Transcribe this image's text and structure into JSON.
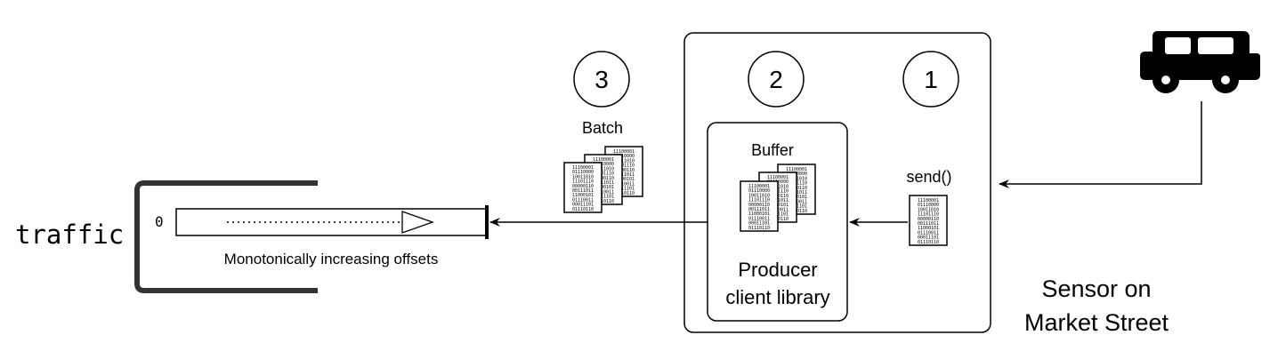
{
  "topic": {
    "name": "traffic",
    "first_offset": "0",
    "log_caption": "Monotonically increasing offsets"
  },
  "steps": [
    {
      "number": "1"
    },
    {
      "number": "2"
    },
    {
      "number": "3"
    }
  ],
  "labels": {
    "batch": "Batch",
    "buffer": "Buffer",
    "send_call": "send()",
    "producer_line1": "Producer",
    "producer_line2": "client library",
    "sensor_line1": "Sensor on",
    "sensor_line2": "Market Street"
  },
  "icons": {
    "vehicle": "car-icon",
    "record": "binary-document-icon"
  },
  "record_text": [
    "11100001",
    "01110000",
    "10011010",
    "11101110",
    "00000110",
    "00111011",
    "11000101",
    "01110011",
    "00011101",
    "01110110"
  ],
  "colors": {
    "stroke": "#000000",
    "container_border": "#333333",
    "background": "#ffffff"
  }
}
